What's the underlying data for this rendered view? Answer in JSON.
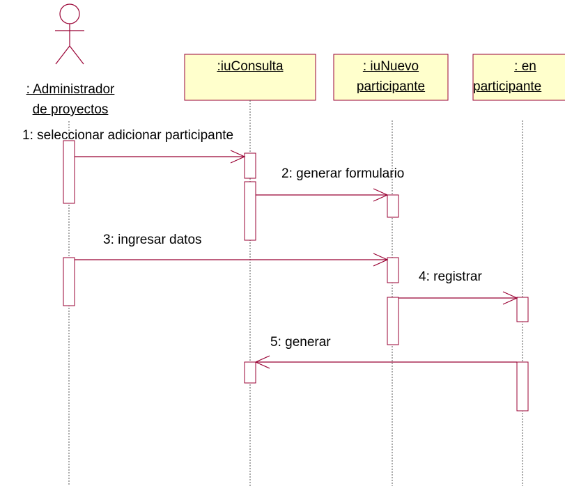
{
  "actor": {
    "name_line1": ": Administrador",
    "name_line2": "de proyectos"
  },
  "objects": [
    {
      "line1": ":iuConsulta",
      "line2": ""
    },
    {
      "line1": ": iuNuevo",
      "line2": "participante"
    },
    {
      "line1": ": en",
      "line2": "participante"
    }
  ],
  "messages": [
    {
      "label": "1: seleccionar adicionar participante"
    },
    {
      "label": "2: generar formulario"
    },
    {
      "label": "3: ingresar datos"
    },
    {
      "label": "4: registrar"
    },
    {
      "label": "5: generar"
    }
  ],
  "colors": {
    "object_fill": "#ffffcc",
    "element_stroke": "#990033",
    "lifeline": "#555555"
  }
}
